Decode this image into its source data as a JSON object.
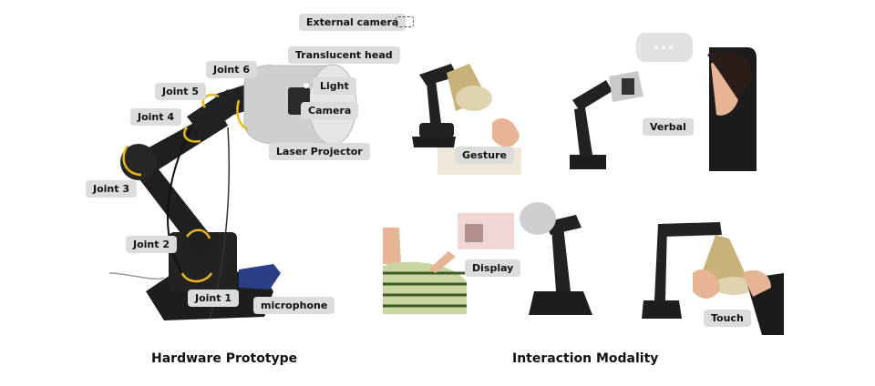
{
  "hardware": {
    "caption": "Hardware Prototype",
    "labels": {
      "external_camera": "External camera",
      "translucent_head": "Translucent head",
      "light": "Light",
      "camera": "Camera",
      "laser_projector": "Laser Projector",
      "joint_6": "Joint 6",
      "joint_5": "Joint 5",
      "joint_4": "Joint 4",
      "joint_3": "Joint 3",
      "joint_2": "Joint 2",
      "joint_1": "Joint 1",
      "microphone": "microphone"
    }
  },
  "modality": {
    "caption": "Interaction Modality",
    "labels": {
      "gesture": "Gesture",
      "verbal": "Verbal",
      "display": "Display",
      "touch": "Touch"
    },
    "speech_bubble": "..."
  },
  "colors": {
    "label_bg": "#dcdcdc",
    "robot": "#1d1d1d",
    "head": "#c9c9c9",
    "arrow": "#e8b81e",
    "skin": "#e7b596"
  }
}
